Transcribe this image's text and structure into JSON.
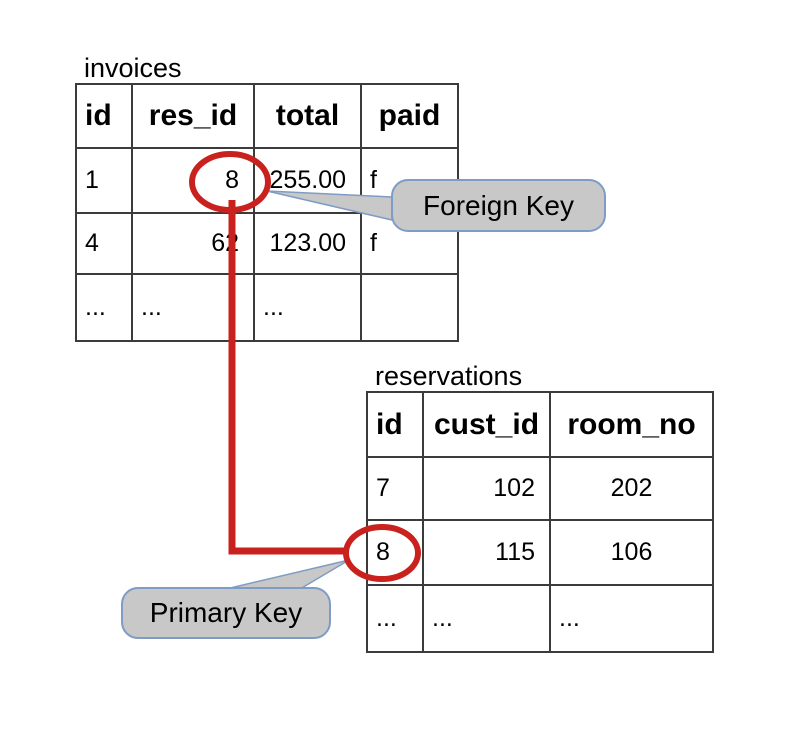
{
  "diagram": {
    "background": "#ffffff",
    "accent_red": "#c9211e",
    "callout_fill": "#c8c8c8",
    "callout_border": "#7e9cc4",
    "table_border": "#3b3b3b"
  },
  "invoices_table": {
    "title": "invoices",
    "columns": [
      "id",
      "res_id",
      "total",
      "paid"
    ],
    "rows": [
      [
        "1",
        "8",
        "255.00",
        "f"
      ],
      [
        "4",
        "62",
        "123.00",
        "f"
      ],
      [
        "...",
        "...",
        "...",
        ""
      ]
    ]
  },
  "reservations_table": {
    "title": "reservations",
    "columns": [
      "id",
      "cust_id",
      "room_no"
    ],
    "rows": [
      [
        "7",
        "102",
        "202"
      ],
      [
        "8",
        "115",
        "106"
      ],
      [
        "...",
        "...",
        "..."
      ]
    ]
  },
  "callouts": {
    "foreign_key": "Foreign Key",
    "primary_key": "Primary Key"
  }
}
